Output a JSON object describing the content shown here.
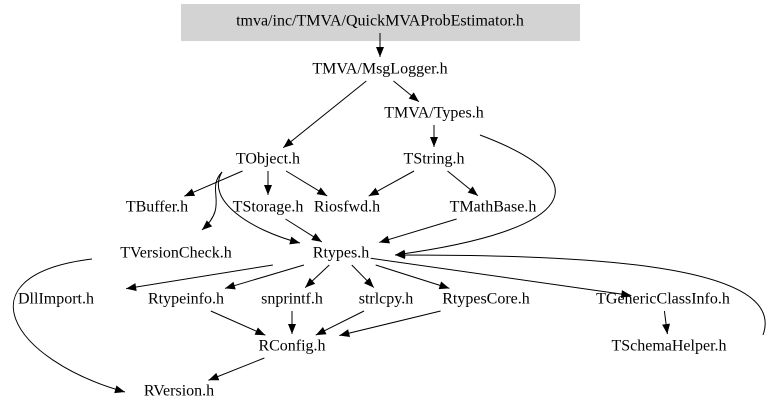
{
  "graph": {
    "root": "tmva/inc/TMVA/QuickMVAProbEstimator.h",
    "root_fill": "#d3d3d3",
    "nodes": {
      "root": "tmva/inc/TMVA/QuickMVAProbEstimator.h",
      "msglogger": "TMVA/MsgLogger.h",
      "types": "TMVA/Types.h",
      "tobject": "TObject.h",
      "tstring": "TString.h",
      "tbuffer": "TBuffer.h",
      "tstorage": "TStorage.h",
      "riosfwd": "Riosfwd.h",
      "tmathbase": "TMathBase.h",
      "tversioncheck": "TVersionCheck.h",
      "rtypes": "Rtypes.h",
      "dllimport": "DllImport.h",
      "rtypeinfo": "Rtypeinfo.h",
      "snprintf": "snprintf.h",
      "strlcpy": "strlcpy.h",
      "rtypescore": "RtypesCore.h",
      "tgenericclassinfo": "TGenericClassInfo.h",
      "rconfig": "RConfig.h",
      "tschemahelper": "TSchemaHelper.h",
      "rversion": "RVersion.h"
    },
    "edges": [
      [
        "root",
        "msglogger"
      ],
      [
        "msglogger",
        "tobject"
      ],
      [
        "msglogger",
        "types"
      ],
      [
        "types",
        "tstring"
      ],
      [
        "types",
        "rtypes"
      ],
      [
        "tobject",
        "tbuffer"
      ],
      [
        "tobject",
        "tstorage"
      ],
      [
        "tobject",
        "riosfwd"
      ],
      [
        "tobject",
        "tversioncheck"
      ],
      [
        "tobject",
        "rtypes"
      ],
      [
        "tstring",
        "riosfwd"
      ],
      [
        "tstring",
        "tmathbase"
      ],
      [
        "tmathbase",
        "rtypes"
      ],
      [
        "tstorage",
        "rtypes"
      ],
      [
        "tversioncheck",
        "rversion"
      ],
      [
        "rtypes",
        "dllimport"
      ],
      [
        "rtypes",
        "rtypeinfo"
      ],
      [
        "rtypes",
        "snprintf"
      ],
      [
        "rtypes",
        "strlcpy"
      ],
      [
        "rtypes",
        "rtypescore"
      ],
      [
        "rtypes",
        "tgenericclassinfo"
      ],
      [
        "rtypeinfo",
        "rconfig"
      ],
      [
        "snprintf",
        "rconfig"
      ],
      [
        "strlcpy",
        "rconfig"
      ],
      [
        "rtypescore",
        "rconfig"
      ],
      [
        "rconfig",
        "rversion"
      ],
      [
        "tgenericclassinfo",
        "tschemahelper"
      ],
      [
        "tschemahelper",
        "rtypes"
      ]
    ]
  }
}
